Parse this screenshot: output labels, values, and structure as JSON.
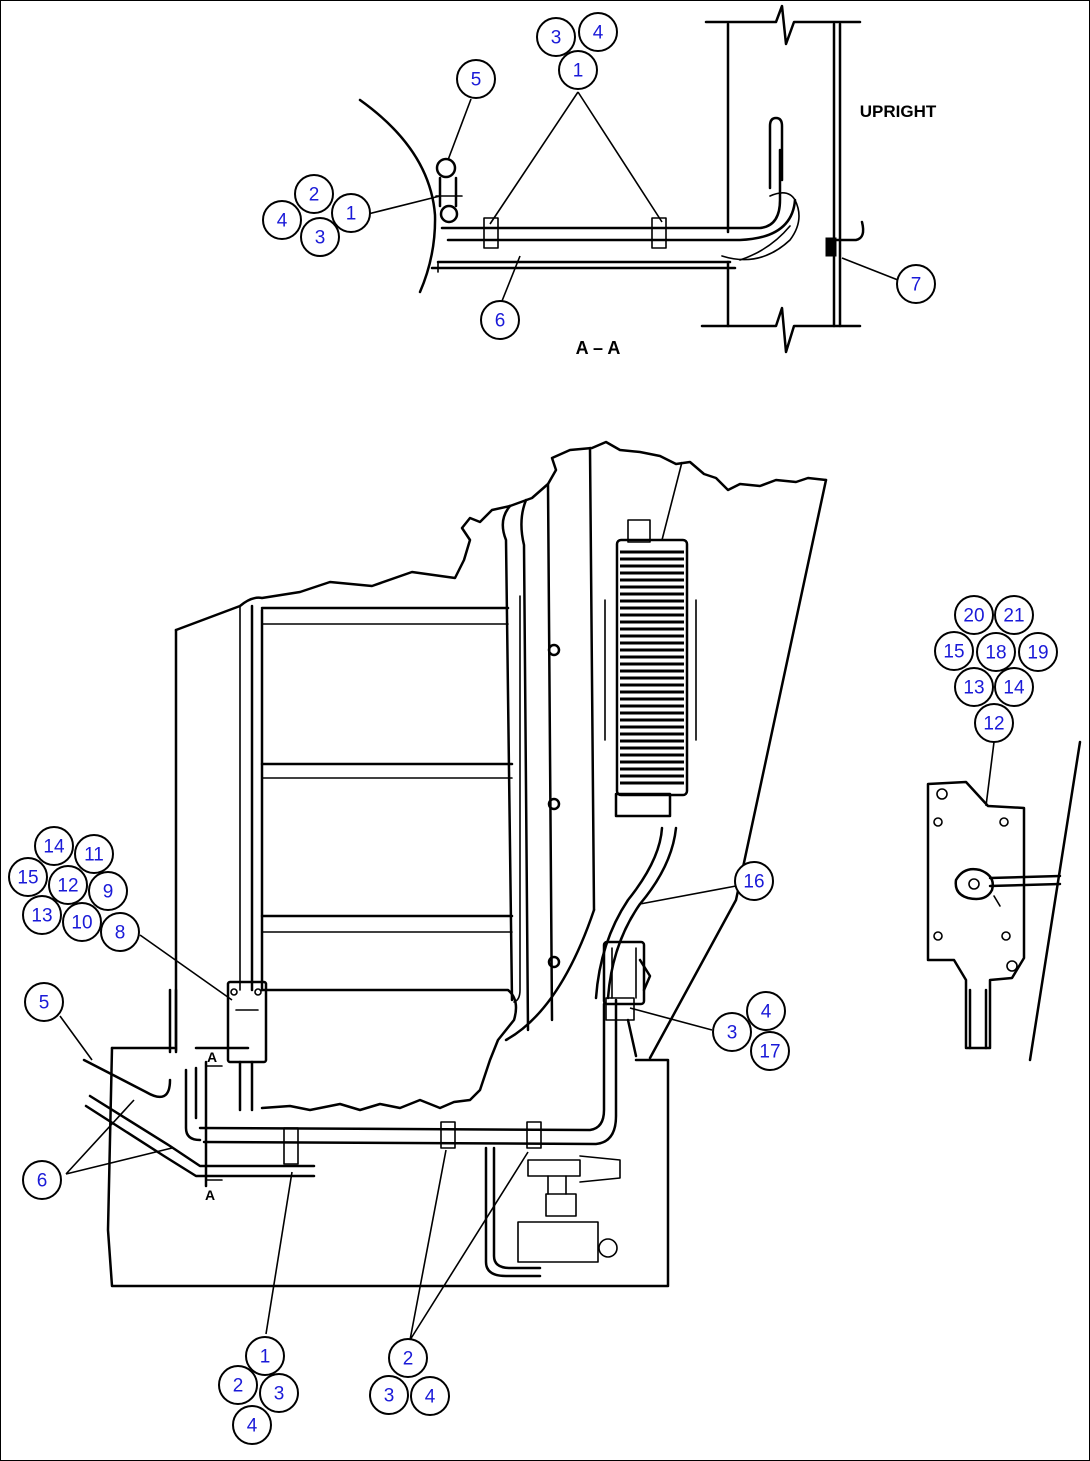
{
  "labels": {
    "upright": "UPRIGHT",
    "section_view": "A – A",
    "section_mark_top": "A",
    "section_mark_bottom": "A"
  },
  "callouts": {
    "aa_top": [
      "3",
      "4",
      "1"
    ],
    "aa_five": "5",
    "aa_left": [
      "2",
      "4",
      "1",
      "3"
    ],
    "aa_six": "6",
    "aa_seven": "7",
    "detail_right": [
      "20",
      "21",
      "15",
      "18",
      "19",
      "13",
      "14",
      "12"
    ],
    "left_cluster": [
      "14",
      "11",
      "15",
      "12",
      "9",
      "13",
      "10",
      "8"
    ],
    "main_five": "5",
    "main_six": "6",
    "main_sixteen": "16",
    "main_right": [
      "4",
      "3",
      "17"
    ],
    "bottom_left": [
      "1",
      "2",
      "3",
      "4"
    ],
    "bottom_mid": [
      "2",
      "3",
      "4"
    ]
  },
  "colors": {
    "ink": "#000000",
    "callout_text": "#1a1ad8",
    "background": "#ffffff"
  }
}
